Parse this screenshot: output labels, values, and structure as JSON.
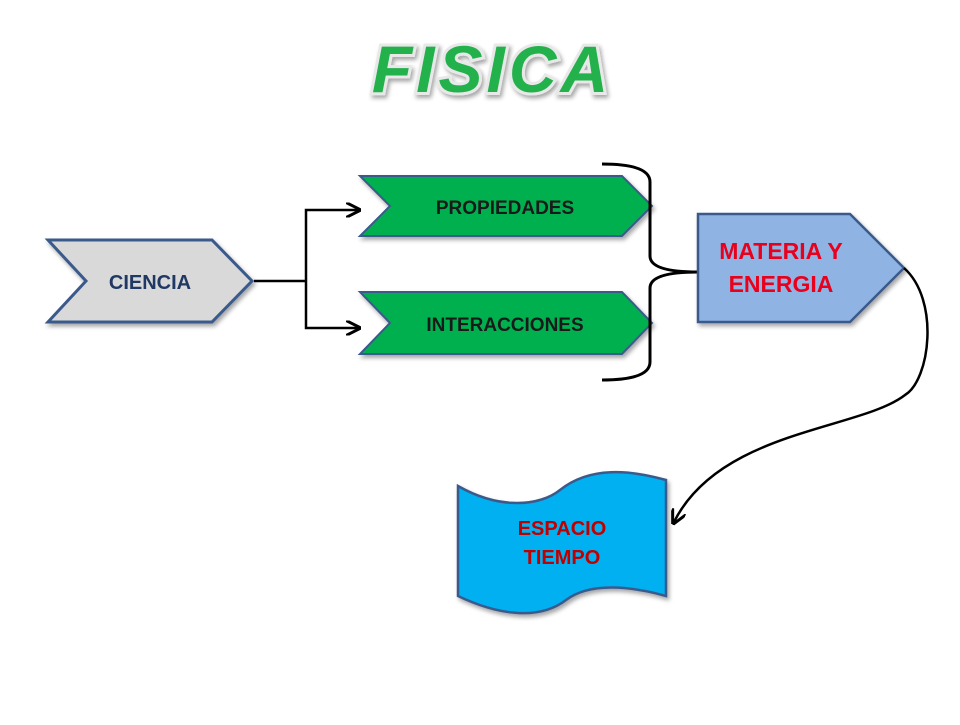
{
  "title": "FISICA",
  "nodes": {
    "ciencia": "CIENCIA",
    "propiedades": "PROPIEDADES",
    "interacciones": "INTERACCIONES",
    "materia_line1": "MATERIA Y",
    "materia_line2": "ENERGIA",
    "espacio_line1": "ESPACIO",
    "espacio_line2": "TIEMPO"
  },
  "colors": {
    "title_fill": "#22b14c",
    "title_stroke": "#e8e8e8",
    "ciencia_fill": "#d9d9d9",
    "ciencia_text": "#1f3864",
    "green_fill": "#00b050",
    "green_text": "#1a1a1a",
    "materia_fill": "#8fb4e3",
    "materia_text": "#e8001c",
    "espacio_fill": "#00b0f0",
    "espacio_text": "#c00000",
    "shape_border": "#3a5a8c",
    "connector": "#000000"
  }
}
